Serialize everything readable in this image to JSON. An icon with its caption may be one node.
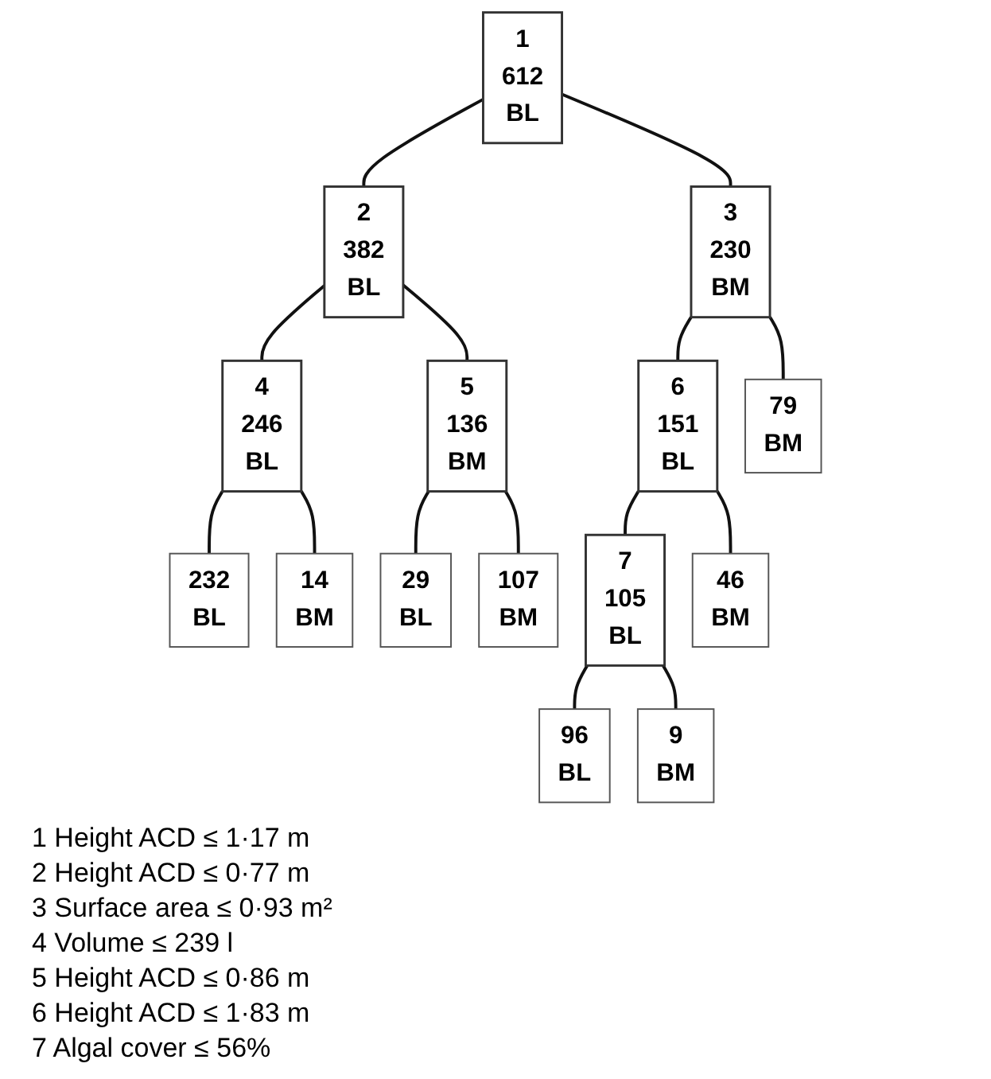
{
  "diagram": {
    "nodes": [
      {
        "text": [
          "1",
          "612",
          "BL"
        ]
      },
      {
        "text": [
          "2",
          "382",
          "BL"
        ]
      },
      {
        "text": [
          "3",
          "230",
          "BM"
        ]
      },
      {
        "text": [
          "4",
          "246",
          "BL"
        ]
      },
      {
        "text": [
          "5",
          "136",
          "BM"
        ]
      },
      {
        "text": [
          "6",
          "151",
          "BL"
        ]
      },
      {
        "text": [
          "79",
          "BM"
        ]
      },
      {
        "text": [
          "232",
          "BL"
        ]
      },
      {
        "text": [
          "14",
          "BM"
        ]
      },
      {
        "text": [
          "29",
          "BL"
        ]
      },
      {
        "text": [
          "107",
          "BM"
        ]
      },
      {
        "text": [
          "7",
          "105",
          "BL"
        ]
      },
      {
        "text": [
          "46",
          "BM"
        ]
      },
      {
        "text": [
          "96",
          "BL"
        ]
      },
      {
        "text": [
          "9",
          "BM"
        ]
      }
    ],
    "edges": [
      {
        "from": 0,
        "to": 1,
        "arrow": "none"
      },
      {
        "from": 0,
        "to": 2,
        "arrow": "none"
      },
      {
        "from": 1,
        "to": 3,
        "arrow": "none"
      },
      {
        "from": 1,
        "to": 4,
        "arrow": "none"
      },
      {
        "from": 2,
        "to": 5,
        "arrow": "none"
      },
      {
        "from": 2,
        "to": 6,
        "arrow": "none"
      },
      {
        "from": 3,
        "to": 7,
        "arrow": "none"
      },
      {
        "from": 3,
        "to": 8,
        "arrow": "none"
      },
      {
        "from": 4,
        "to": 9,
        "arrow": "none"
      },
      {
        "from": 4,
        "to": 10,
        "arrow": "none"
      },
      {
        "from": 5,
        "to": 11,
        "arrow": "none"
      },
      {
        "from": 5,
        "to": 12,
        "arrow": "none"
      },
      {
        "from": 11,
        "to": 13,
        "arrow": "none"
      },
      {
        "from": 11,
        "to": 14,
        "arrow": "none"
      }
    ],
    "labels": [
      "1 Height ACD ≤ 1·17 m",
      "2 Height ACD ≤ 0·77 m",
      "3 Surface area ≤ 0·93 m²",
      "4 Volume ≤ 239 l",
      "5 Height ACD ≤ 0·86 m",
      "6 Height ACD ≤ 1·83 m",
      "7 Algal cover ≤ 56%"
    ]
  }
}
